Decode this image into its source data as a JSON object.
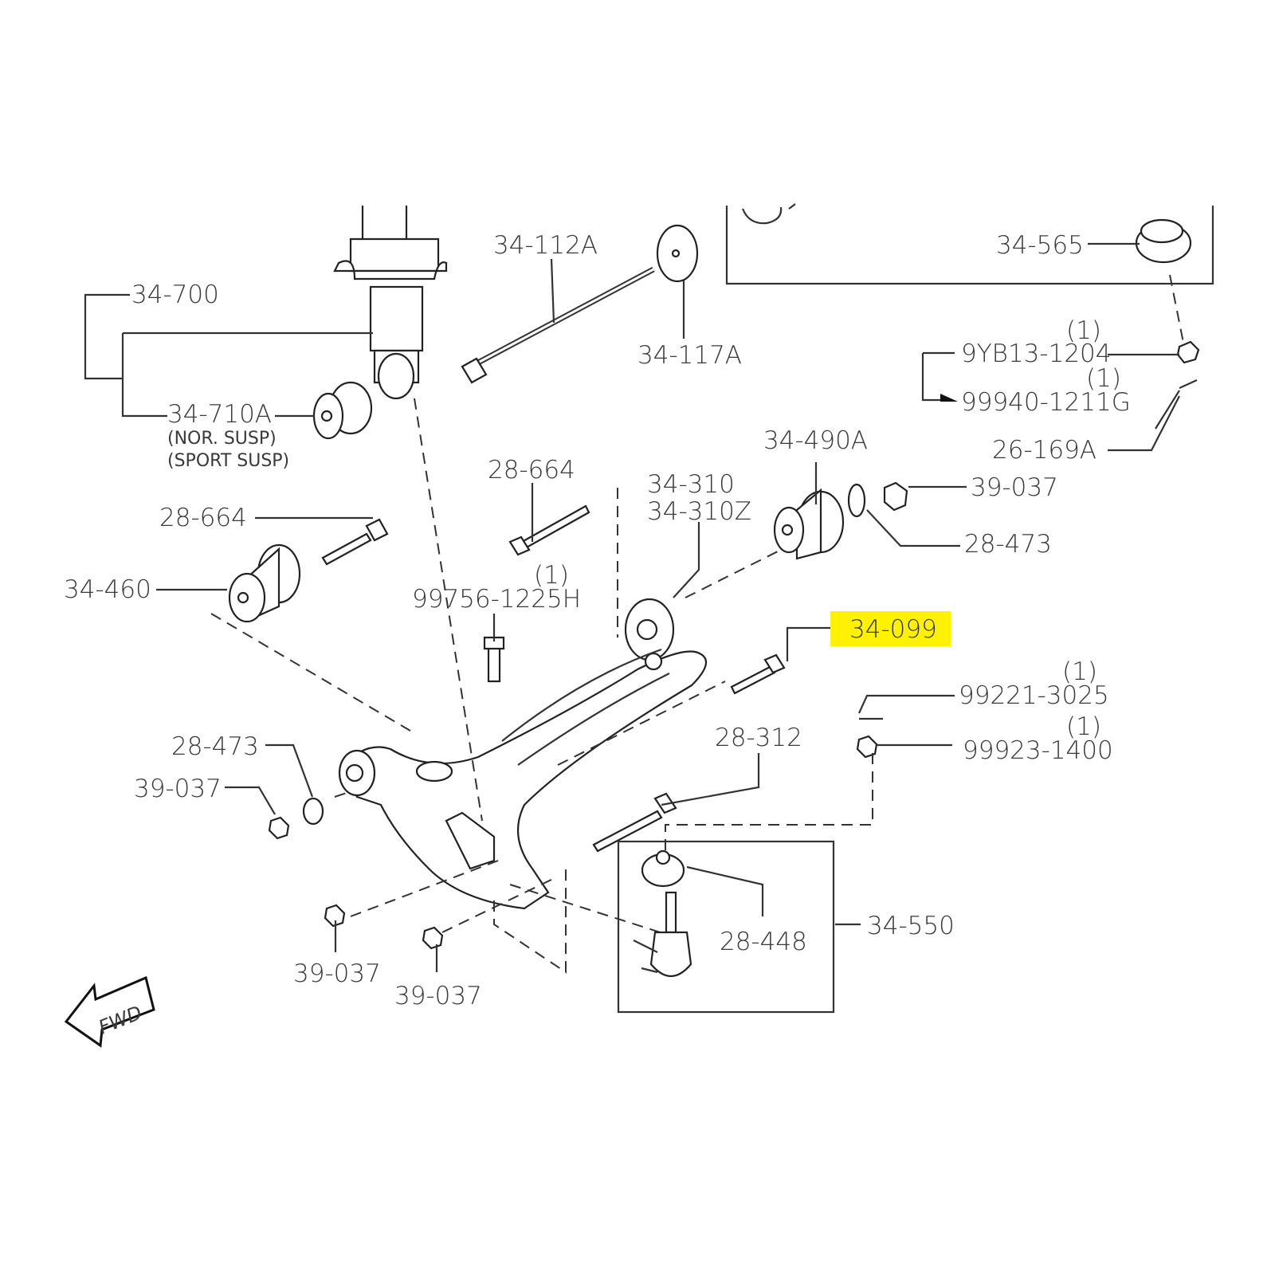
{
  "diagram": {
    "highlight_color": "#fff200",
    "labels": {
      "p34_112A": "34-112A",
      "p34_700": "34-700",
      "p34_117A": "34-117A",
      "p34_565": "34-565",
      "qty1_a": "(1)",
      "p9YB13_1204": "9YB13-1204",
      "qty1_b": "(1)",
      "p99940_1211G": "99940-1211G",
      "p26_169A": "26-169A",
      "p34_710A": "34-710A",
      "nor_susp": "(NOR. SUSP)",
      "sport_susp": "(SPORT SUSP)",
      "p34_490A": "34-490A",
      "p28_664_top": "28-664",
      "p34_310": "34-310",
      "p34_310Z": "34-310Z",
      "p39_037_right": "39-037",
      "p28_664_left": "28-664",
      "p28_473_right": "28-473",
      "p34_460": "34-460",
      "qty1_c": "(1)",
      "p99756_1225H": "99756-1225H",
      "p34_099": "34-099",
      "qty1_d": "(1)",
      "p99221_3025": "99221-3025",
      "p28_312": "28-312",
      "p28_473_left": "28-473",
      "qty1_e": "(1)",
      "p99923_1400": "99923-1400",
      "p39_037_left": "39-037",
      "p34_550": "34-550",
      "p28_448": "28-448",
      "p39_037_bottom1": "39-037",
      "p39_037_bottom2": "39-037",
      "fwd": "FWD"
    }
  }
}
